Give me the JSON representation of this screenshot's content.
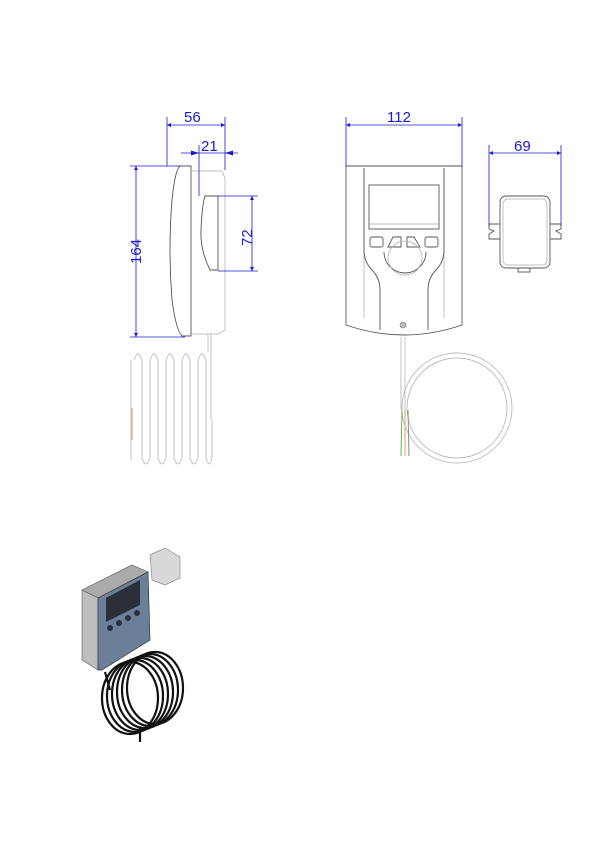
{
  "drawing": {
    "side_view": {
      "depth_total": "56",
      "depth_front": "21",
      "height": "164",
      "sensor_height": "72"
    },
    "front_view": {
      "width": "112"
    },
    "sensor_view": {
      "width": "69"
    },
    "colors": {
      "dimension": "#1a1ad0",
      "outline": "#555555",
      "housing_3d": "#6b7f99",
      "cable_3d": "#111111"
    }
  }
}
